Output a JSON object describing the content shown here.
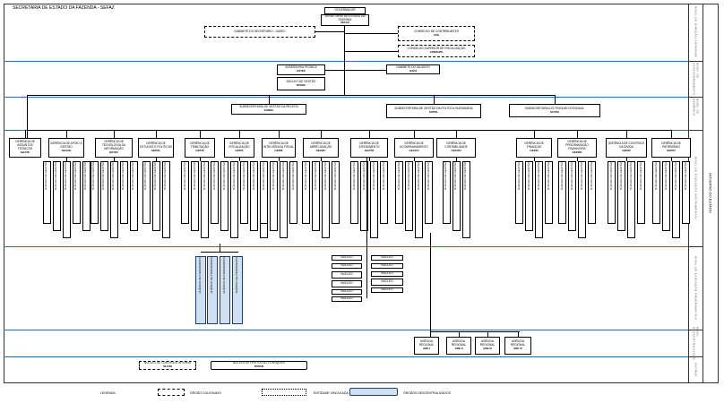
{
  "header": {
    "title": "SECRETARIA DE ESTADO DA FAZENDA - SEFAZ"
  },
  "top": {
    "governador": "GOVERNADOR",
    "secretario": "SECRETÁRIO DE ESTADO DA FAZENDA",
    "secretario_sig": "SEFAZ",
    "gabinete": "GABINETE DO SECRETÁRIO - GASEC",
    "conselho_contrib": "CONSELHO DE CONTRIBUINTES",
    "conselho_contrib_sig": "CCE",
    "conselho_fiscal": "CONSELHO SUPERIOR DE FISCALIZAÇÃO",
    "conselho_fiscal_sig": "CONSUPE"
  },
  "level2": {
    "assessoria": "ASSESSORIA TÉCNICA",
    "assessoria_sig": "ASTEC",
    "nucleo": "NÚCLEO DE GESTÃO",
    "nucleo_sig": "NUGEF",
    "gabinete_adj": "GABINETE DO ADJUNTO",
    "gabinete_adj_sig": "GADJ"
  },
  "subsecretarias": [
    {
      "label": "SUBSECRETARIA DE GESTÃO DA RECEITA",
      "sig": "SUREC"
    },
    {
      "label": "SUBSECRETARIA DE GESTÃO DA POLÍTICA FAZENDÁRIA",
      "sig": "SUPOL"
    },
    {
      "label": "SUBSECRETARIA DO TESOURO ESTADUAL",
      "sig": "SUTES"
    }
  ],
  "gerencias": [
    {
      "label": "GERÊNCIA DE ASSUNTOS TÉCNICOS",
      "sig": "GEATE"
    },
    {
      "label": "GERÊNCIA DE APOIO À GESTÃO",
      "sig": "GEAGE"
    },
    {
      "label": "GERÊNCIA DE TECNOLOGIA DA INFORMAÇÃO",
      "sig": "GETEC"
    },
    {
      "label": "GERÊNCIA DE ESTUDOS E POLÍTICAS",
      "sig": "GEPOL"
    },
    {
      "label": "GERÊNCIA DE TRIBUTAÇÃO",
      "sig": "GETRI"
    },
    {
      "label": "GERÊNCIA DE FISCALIZAÇÃO",
      "sig": "GEFIS"
    },
    {
      "label": "GERÊNCIA DE INTELIGÊNCIA FISCAL",
      "sig": "GEINF"
    },
    {
      "label": "GERÊNCIA DE ARRECADAÇÃO",
      "sig": "GEARC"
    },
    {
      "label": "GERÊNCIA DE ATENDIMENTO",
      "sig": "GEATD"
    },
    {
      "label": "GERÊNCIA DE ACOMPANHAMENTO",
      "sig": "GEACO"
    },
    {
      "label": "GERÊNCIA DE CONTABILIDADE",
      "sig": "GECON"
    },
    {
      "label": "GERÊNCIA DE FINANÇAS",
      "sig": "GEFIN"
    },
    {
      "label": "GERÊNCIA DE PROGRAMAÇÃO FINANCEIRA",
      "sig": "GEPRO"
    },
    {
      "label": "GERÊNCIA DE CONTROLE DA DÍVIDA",
      "sig": "GEDIV"
    },
    {
      "label": "GERÊNCIA DE PATRIMÔNIO",
      "sig": "GEPAT"
    }
  ],
  "regionais": [
    {
      "label": "AGÊNCIA REGIONAL",
      "sig": "ARE I"
    },
    {
      "label": "AGÊNCIA REGIONAL",
      "sig": "ARE II"
    },
    {
      "label": "AGÊNCIA REGIONAL",
      "sig": "ARE III"
    },
    {
      "label": "AGÊNCIA REGIONAL",
      "sig": "ARE IV"
    }
  ],
  "bottom": {
    "left_box": "NÚCLEO DE CONTROLE INTERNO",
    "left_box_sig": "NUCIN",
    "center_box": "NÚCLEO DE PROTOCOLO E ARQUIVO",
    "center_box_sig": "NUPAR"
  },
  "legend": {
    "direta": "LEGENDA",
    "colegiado": "ÓRGÃO COLEGIADO",
    "vinculado": "ENTIDADE VINCULADA",
    "descentralizado": "ÓRGÃOS DESCENTRALIZADOS"
  },
  "side_labels": [
    "NÍVEL DE DIREÇÃO SUPERIOR",
    "NÍVEL DE ASSESSORAMENTO",
    "NÍVEL DE GERÊNCIA",
    "NÍVEL DE EXECUÇÃO INSTRUMENTAL",
    "NÍVEL DE EXECUÇÃO PROGRAMÁTICA",
    "NÍVEL DESCENTRALIZADO",
    "OUTROS"
  ],
  "right_label": "GOVERNO DO ESTADO",
  "colors": {
    "band": "#2f6ea8",
    "blue_fill": "#cfe0f2"
  }
}
